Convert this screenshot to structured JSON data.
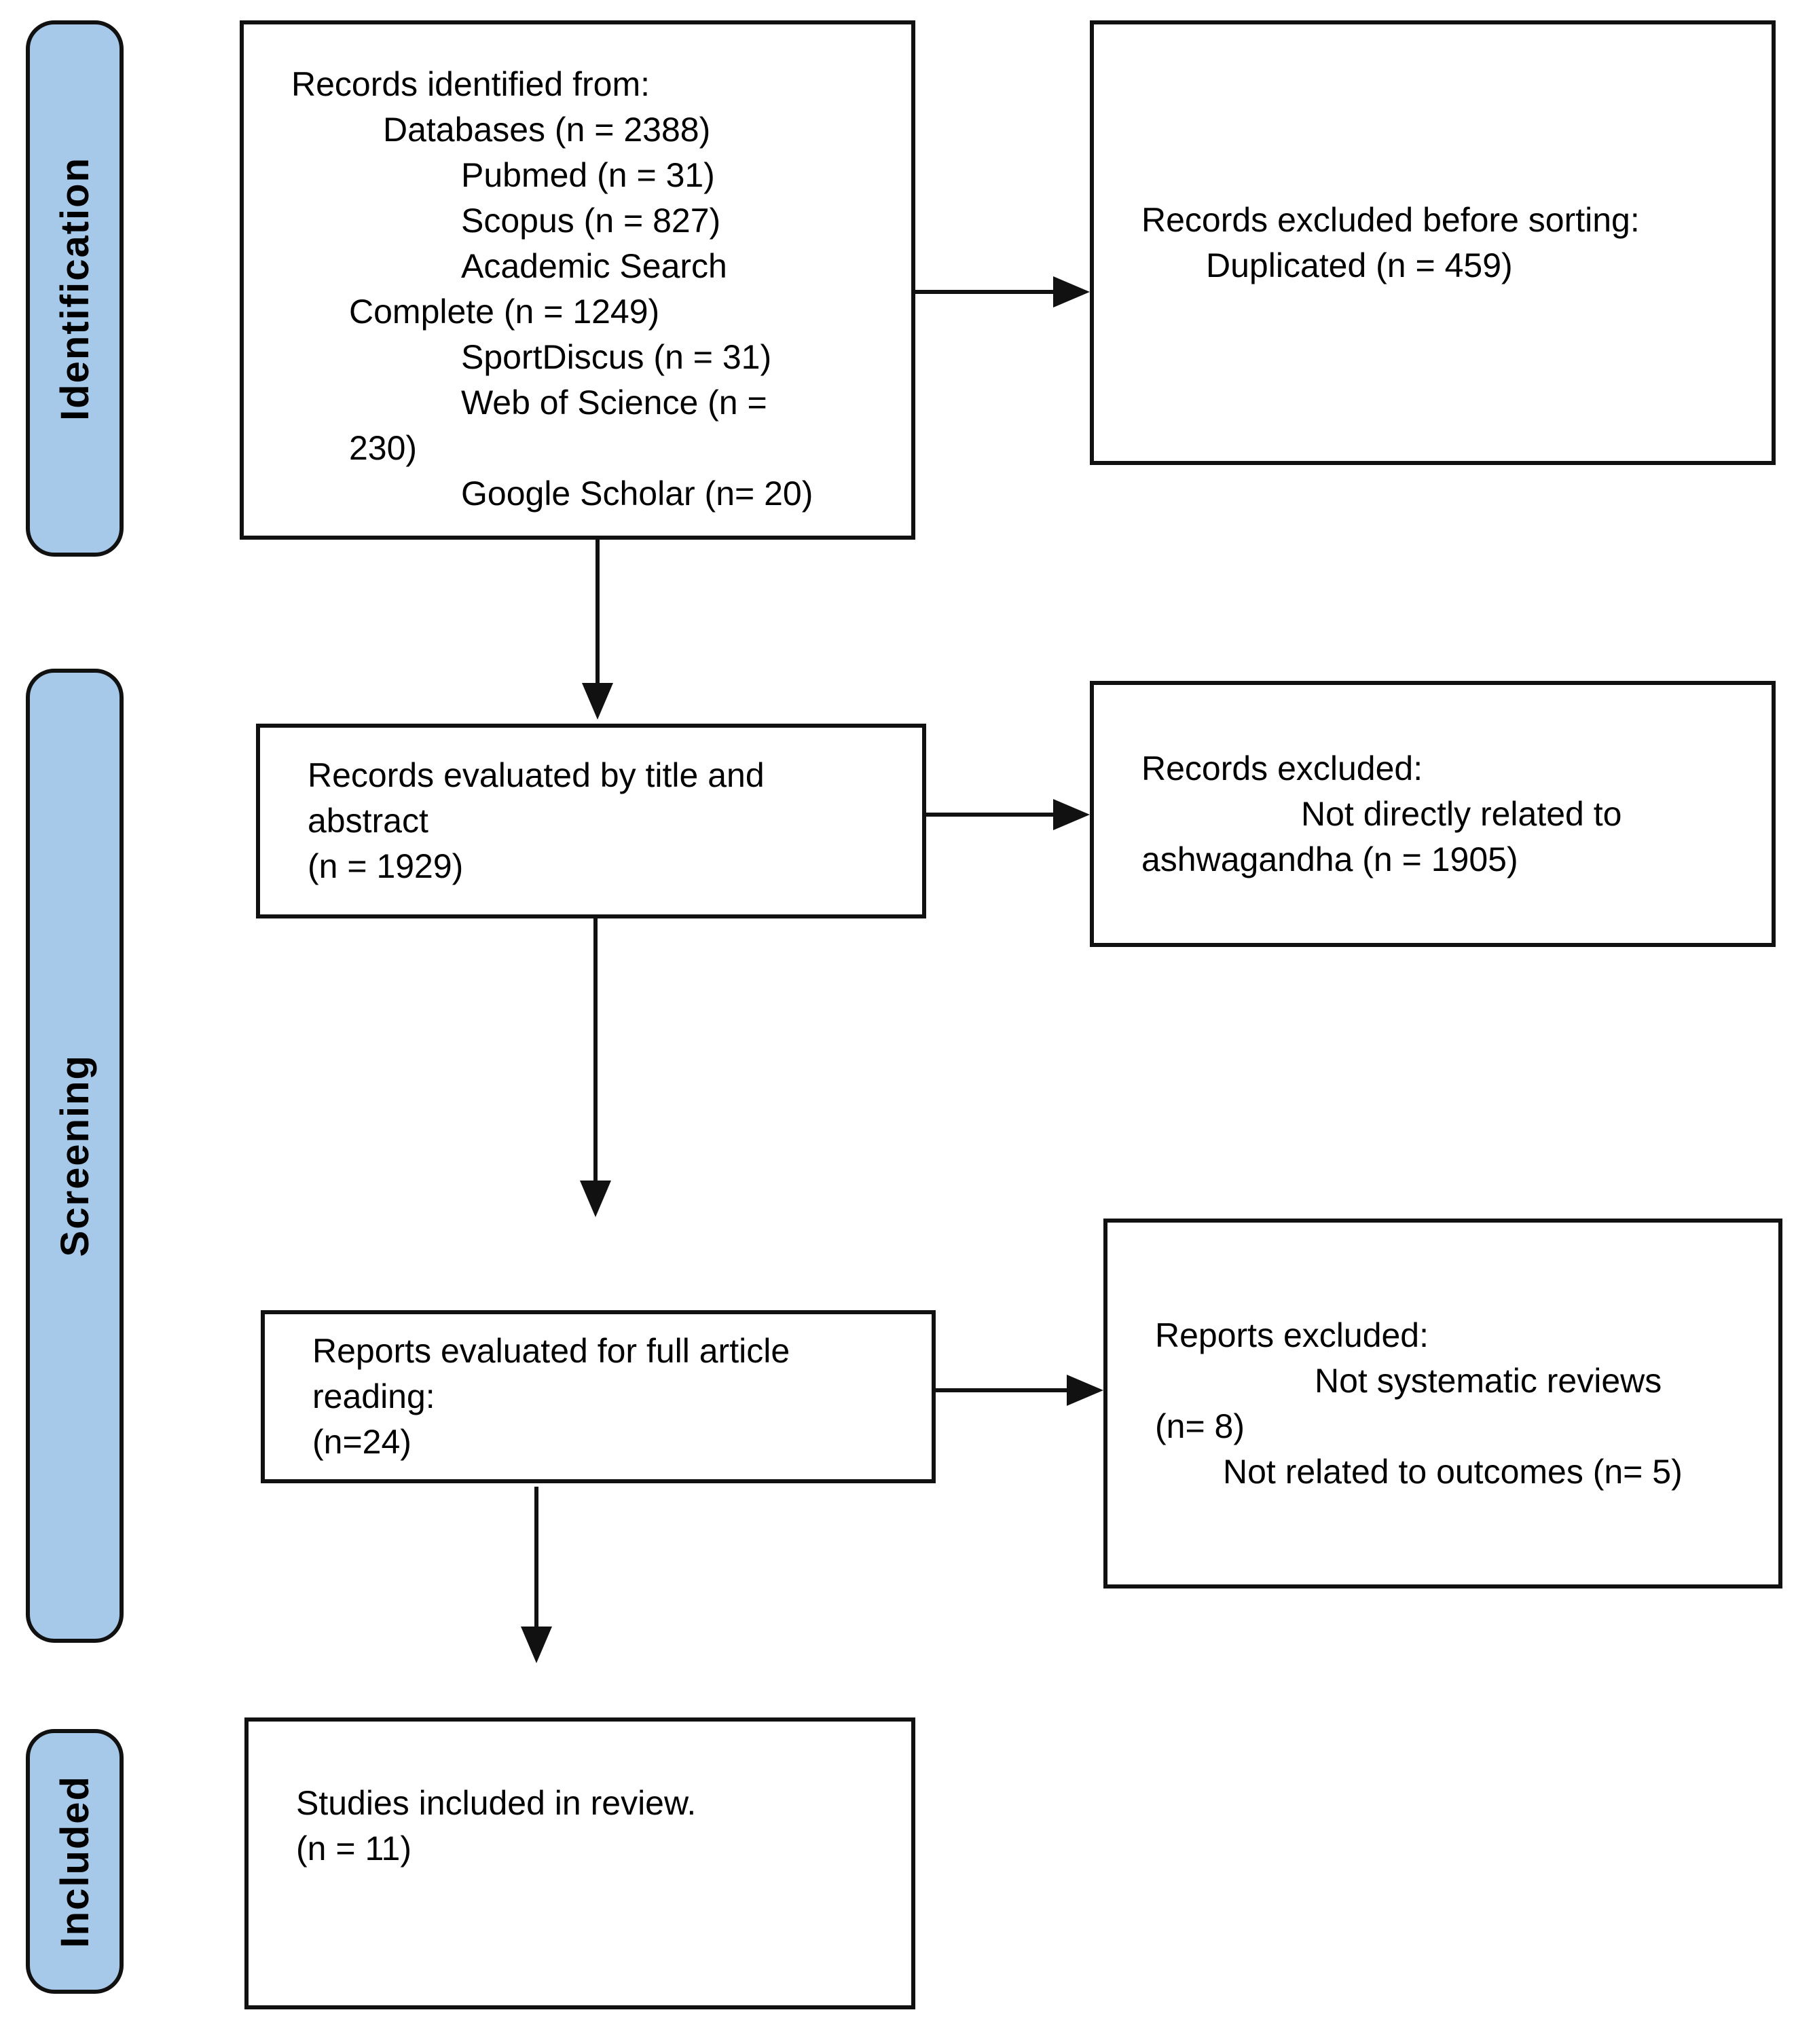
{
  "figure": {
    "type": "prisma-flow-diagram",
    "colors": {
      "stage_fill": "#a7c9e9",
      "border": "#111111",
      "box_fill": "#ffffff",
      "text": "#000000"
    },
    "stages": {
      "identification": "Identification",
      "screening": "Screening",
      "included": "Included"
    },
    "boxes": {
      "records_identified": {
        "lines": [
          "Records identified from:",
          "Databases (n = 2388)",
          "Pubmed (n = 31)",
          "Scopus (n = 827)",
          "Academic Search",
          "Complete (n = 1249)",
          "SportDiscus (n = 31)",
          "Web of Science (n =",
          "230)",
          "Google Scholar (n= 20)"
        ]
      },
      "excluded_before_sorting": {
        "lines": [
          "Records excluded before sorting:",
          "Duplicated (n = 459)"
        ]
      },
      "evaluated_title_abstract": {
        "lines": [
          "Records evaluated by title and",
          "abstract",
          "(n = 1929)"
        ]
      },
      "records_excluded": {
        "lines": [
          "Records excluded:",
          "Not directly related to",
          "ashwagandha (n = 1905)"
        ]
      },
      "full_article_reading": {
        "lines": [
          "Reports evaluated for full article",
          "reading:",
          "(n=24)"
        ]
      },
      "reports_excluded": {
        "lines": [
          "Reports excluded:",
          "Not systematic reviews",
          "(n= 8)",
          "Not related to outcomes (n= 5)"
        ]
      },
      "studies_included": {
        "lines": [
          "Studies included in review.",
          "(n = 11)"
        ]
      }
    }
  }
}
